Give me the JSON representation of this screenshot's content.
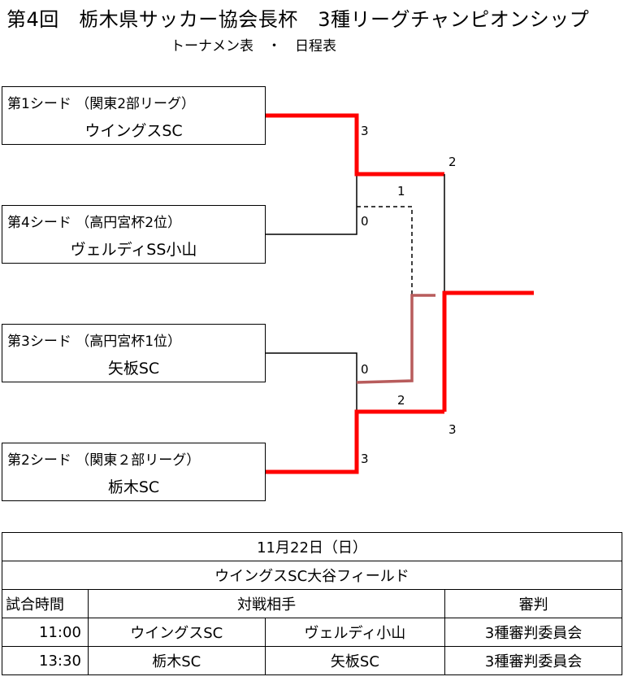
{
  "title": "第4回　栃木県サッカー協会長杯　3種リーグチャンピオンシップ",
  "subtitle": "トーナメン表　・　日程表",
  "teams": [
    {
      "seed": "第1シード （関東2部リーグ）",
      "name": "ウイングスSC"
    },
    {
      "seed": "第4シード （高円宮杯2位）",
      "name": "ヴェルディSS小山"
    },
    {
      "seed": "第3シード （高円宮杯1位）",
      "name": "矢板SC"
    },
    {
      "seed": "第2シード （関東２部リーグ）",
      "name": "栃木SC"
    }
  ],
  "scores": {
    "sf1_top": "3",
    "sf1_bottom": "0",
    "sf2_top": "0",
    "sf2_bottom": "3",
    "final_top": "2",
    "final_bottom": "3",
    "pk_top": "1",
    "pk_bottom": "2"
  },
  "schedule": {
    "date": "11月22日（日）",
    "venue": "ウイングスSC大谷フィールド",
    "headers": {
      "time": "試合時間",
      "match": "対戦相手",
      "referee": "審判"
    },
    "rows": [
      {
        "time": "11:00",
        "home": "ウイングスSC",
        "away": "ヴェルディ小山",
        "referee": "3種審判委員会"
      },
      {
        "time": "13:30",
        "home": "栃木SC",
        "away": "矢板SC",
        "referee": "3種審判委員会"
      }
    ]
  },
  "colors": {
    "winner_line": "#ff0000",
    "pk_line": "#b85c5c",
    "line": "#000000"
  }
}
